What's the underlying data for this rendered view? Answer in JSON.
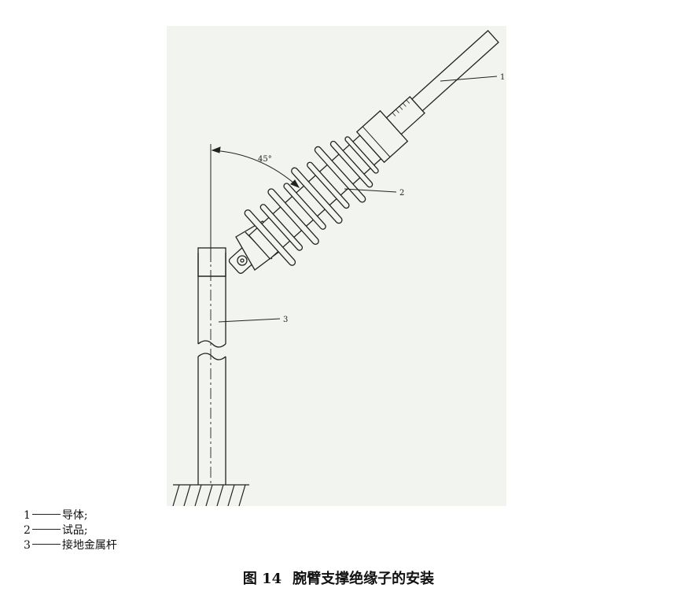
{
  "figure": {
    "callouts": [
      "1",
      "2",
      "3"
    ],
    "angle_label": "45°"
  },
  "legend": [
    {
      "number": "1",
      "text": "导体;"
    },
    {
      "number": "2",
      "text": "试品;"
    },
    {
      "number": "3",
      "text": "接地金属杆"
    }
  ],
  "caption": {
    "figure_number": "图 14",
    "title": "腕臂支撑绝缘子的安装"
  }
}
